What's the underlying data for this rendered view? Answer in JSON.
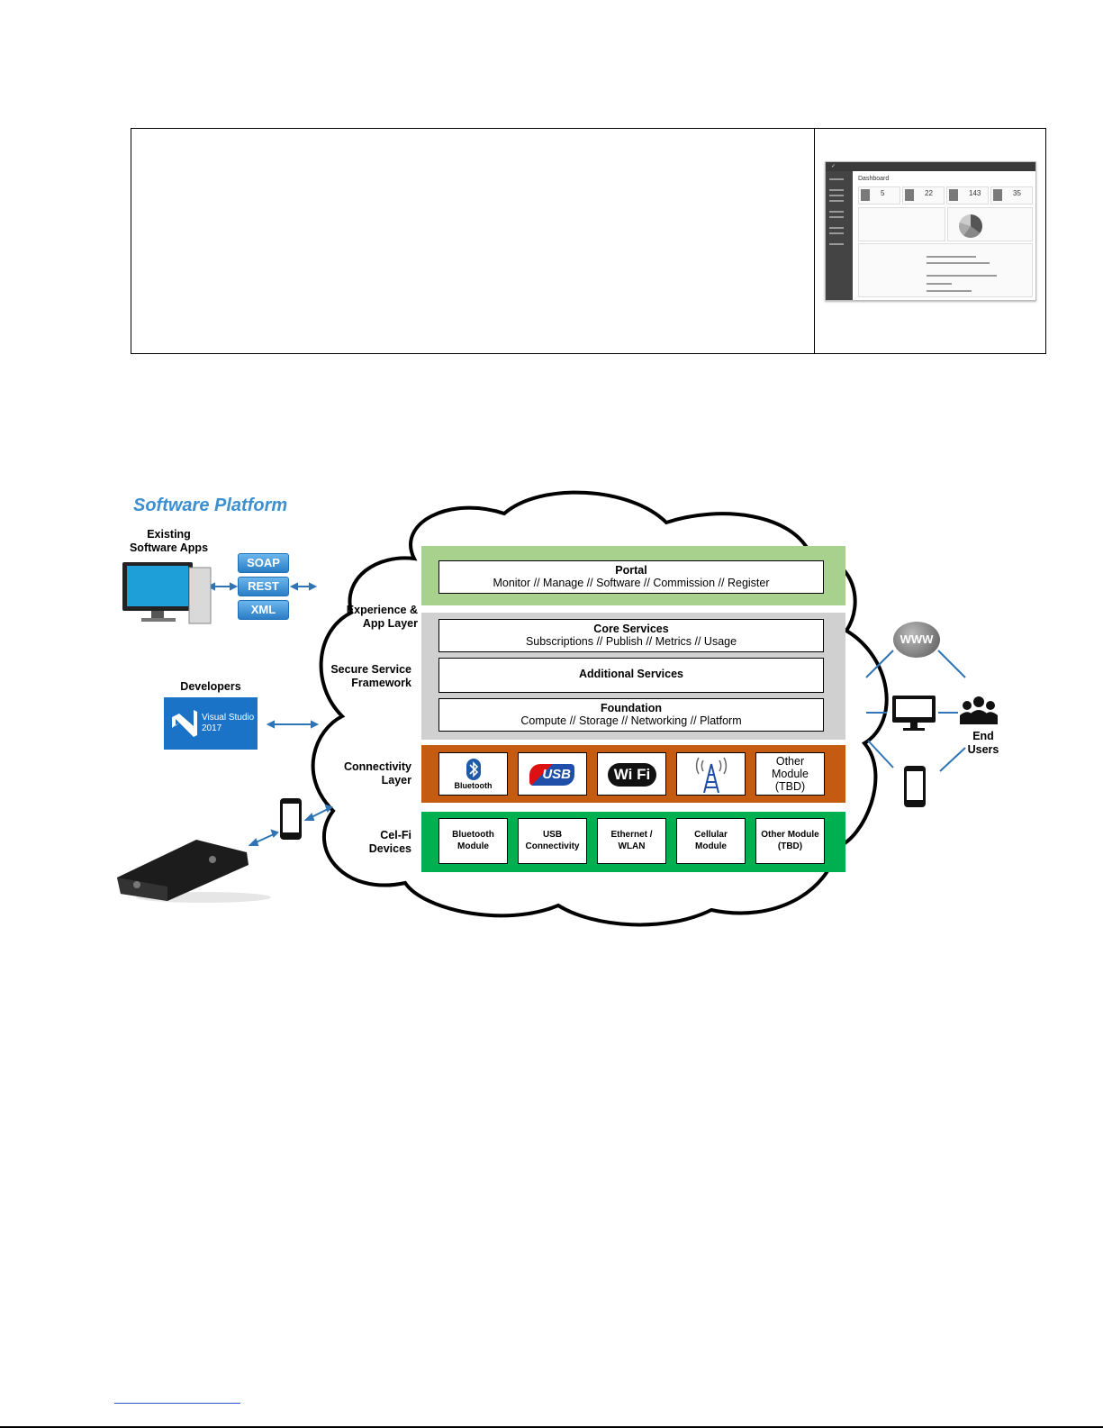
{
  "dashboard_thumbnail": {
    "title": "Dashboard",
    "stats": [
      "5",
      "22",
      "143",
      "35"
    ]
  },
  "diagram": {
    "title": "Software Platform",
    "existing_apps_label": "Existing\nSoftware Apps",
    "api_badges": [
      "SOAP",
      "REST",
      "XML"
    ],
    "developers_label": "Developers",
    "visual_studio": "Visual Studio\n2017",
    "layer_labels": {
      "experience": "Experience &\nApp Layer",
      "secure": "Secure Service\nFramework",
      "connectivity": "Connectivity\nLayer",
      "devices": "Cel-Fi\nDevices"
    },
    "portal": {
      "heading": "Portal",
      "sub": "Monitor // Manage // Software // Commission // Register"
    },
    "core": {
      "heading": "Core Services",
      "sub": "Subscriptions // Publish // Metrics // Usage"
    },
    "additional": {
      "heading": "Additional Services"
    },
    "foundation": {
      "heading": "Foundation",
      "sub": "Compute // Storage // Networking // Platform"
    },
    "connectivity_cells": {
      "bluetooth": "Bluetooth",
      "usb": "USB",
      "wifi": "Wi Fi",
      "other": "Other\nModule\n(TBD)"
    },
    "device_cells": [
      "Bluetooth\nModule",
      "USB\nConnectivity",
      "Ethernet /\nWLAN",
      "Cellular\nModule",
      "Other Module\n(TBD)"
    ],
    "www_label": "WWW",
    "end_users_label": "End\nUsers"
  }
}
